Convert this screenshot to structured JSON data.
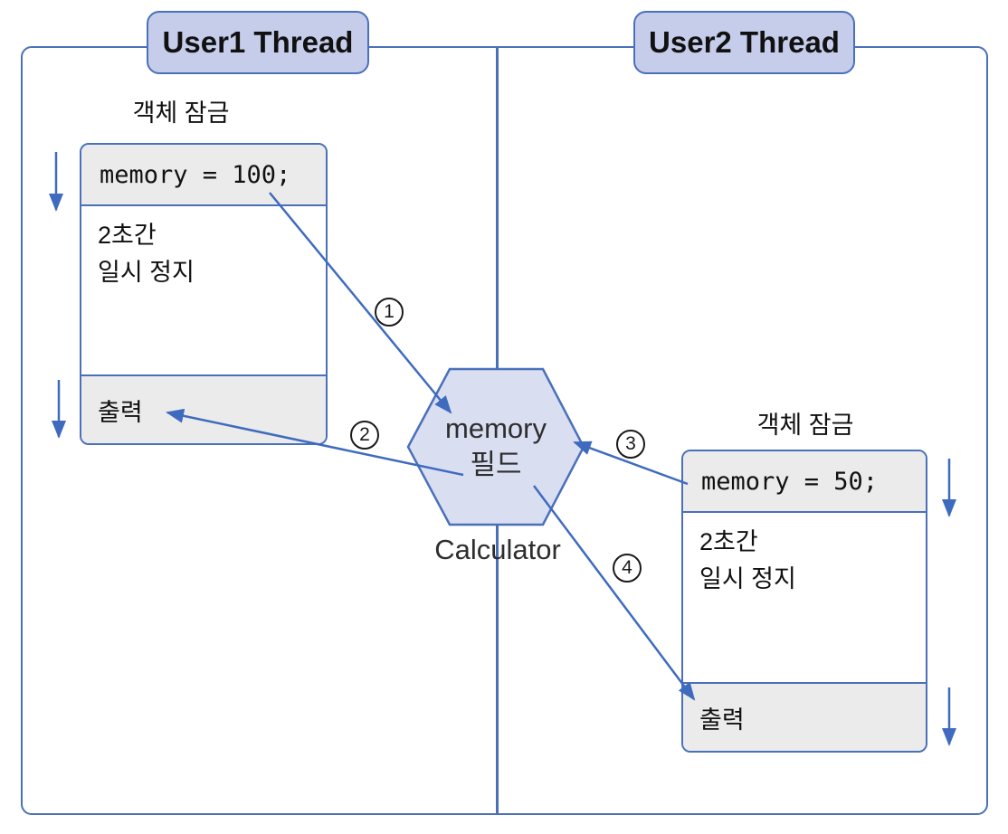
{
  "diagram": {
    "threads": [
      {
        "title": "User1 Thread",
        "lock_label": "객체 잠금",
        "code": "memory = 100;",
        "pause_line1": "2초간",
        "pause_line2": "일시 정지",
        "output_label": "출력"
      },
      {
        "title": "User2 Thread",
        "lock_label": "객체 잠금",
        "code": "memory = 50;",
        "pause_line1": "2초간",
        "pause_line2": "일시 정지",
        "output_label": "출력"
      }
    ],
    "shared_object": {
      "field_line1": "memory",
      "field_line2": "필드",
      "object_name": "Calculator"
    },
    "steps": [
      "1",
      "2",
      "3",
      "4"
    ],
    "colors": {
      "frame_blue": "#4a70ba",
      "arrow_blue": "#3f6bbf",
      "pill_fill": "#c6cdeb",
      "hexagon_fill": "#d9def1",
      "section_gray": "#ebebeb",
      "text_black": "#111111"
    }
  }
}
